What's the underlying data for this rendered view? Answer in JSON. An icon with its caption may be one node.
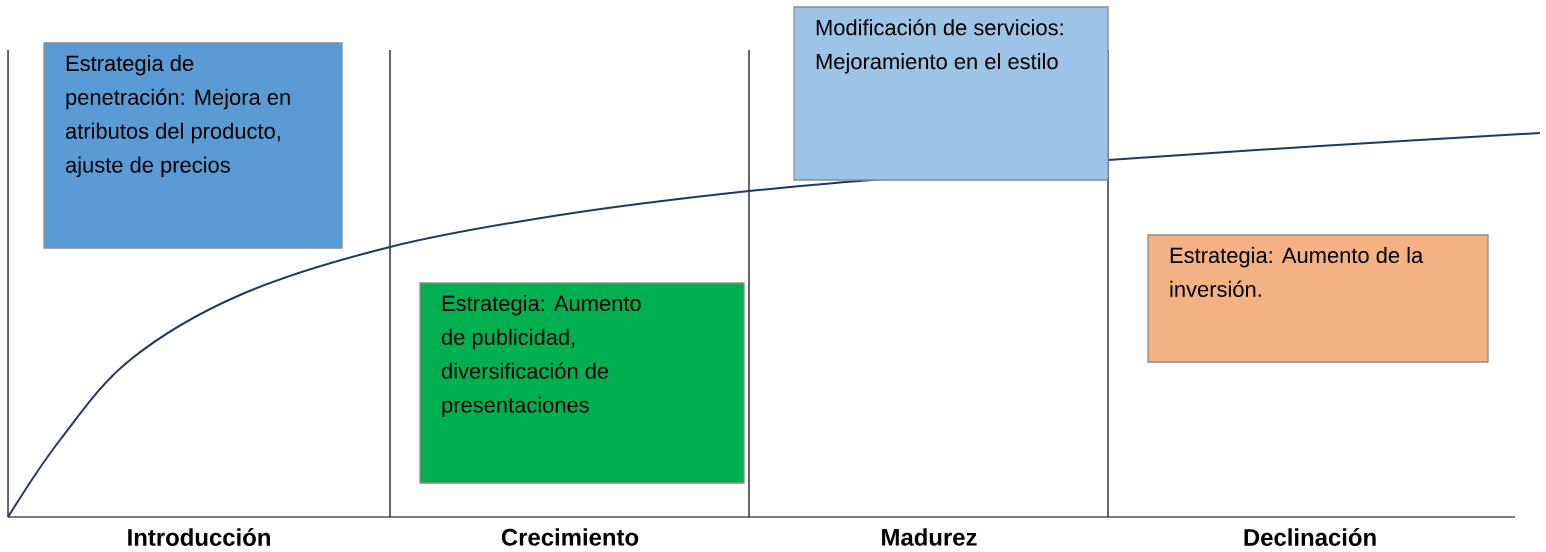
{
  "diagram": {
    "nodes": [
      {
        "text": [
          "Estrategia de penetración: Mejora en atributos del producto, ajuste de precios"
        ]
      },
      {
        "text": [
          "Estrategia: Aumento de publicidad, diversificación de presentaciones"
        ]
      },
      {
        "text": [
          "Modificación de servicios: Mejoramiento en el estilo"
        ]
      },
      {
        "text": [
          "Estrategia: Aumento de la inversión."
        ]
      }
    ],
    "labels": [
      "Introducción",
      "Crecimiento",
      "Madurez",
      "Declinación"
    ]
  }
}
